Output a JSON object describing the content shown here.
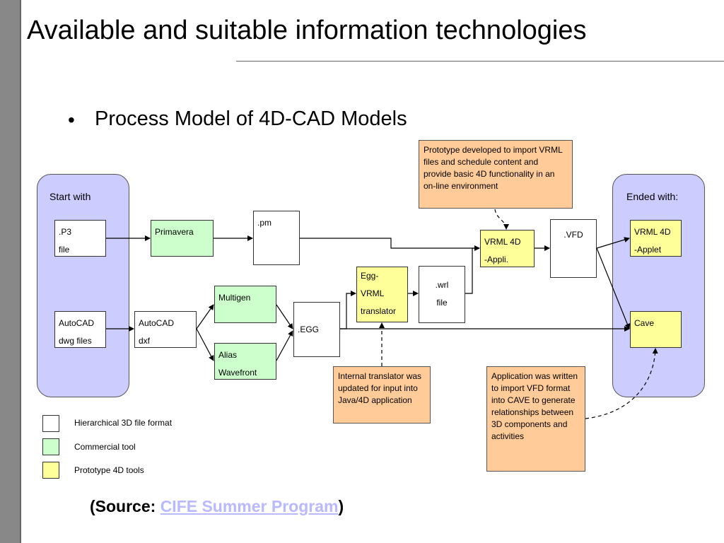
{
  "slide": {
    "title": "Available and suitable information technologies",
    "bullet": "Process Model of 4D-CAD Models"
  },
  "regions": {
    "start_label": "Start with",
    "end_label": "Ended with:"
  },
  "boxes": {
    "p3": [
      ".P3",
      "file"
    ],
    "autocad_dwg": [
      "AutoCAD",
      "dwg files"
    ],
    "primavera": [
      "Primavera"
    ],
    "autocad_dxf": [
      "AutoCAD",
      "dxf"
    ],
    "pm": [
      ".pm"
    ],
    "multigen": [
      "Multigen"
    ],
    "alias": [
      "Alias",
      "Wavefront"
    ],
    "egg": [
      ".EGG"
    ],
    "egg_vrml": [
      "Egg-",
      "VRML",
      "translator"
    ],
    "wrl": [
      ".wrl",
      "file"
    ],
    "vrml4d": [
      "VRML 4D",
      "-Appli."
    ],
    "vfd": [
      ".VFD"
    ],
    "vrml_applet": [
      "VRML 4D",
      "-Applet"
    ],
    "cave": [
      "Cave"
    ]
  },
  "notes": {
    "prototype": "Prototype developed to import VRML files and schedule content and provide basic 4D functionality in an on-line environment",
    "internal": "Internal translator was updated for input into Java/4D application",
    "application": "Application was written to import VFD format into CAVE to generate relationships between 3D components and activities"
  },
  "legend": [
    {
      "label": "Hierarchical 3D file format",
      "color": "#ffffff"
    },
    {
      "label": "Commercial tool",
      "color": "#ccffcc"
    },
    {
      "label": "Prototype 4D tools",
      "color": "#ffff99"
    }
  ],
  "source": {
    "prefix": "(Source: ",
    "link": "CIFE Summer Program",
    "suffix": ")"
  },
  "colors": {
    "region": "#ccccff",
    "note": "#ffcc99",
    "commercial": "#ccffcc",
    "prototype": "#ffff99",
    "link": "#b9b9ff"
  }
}
